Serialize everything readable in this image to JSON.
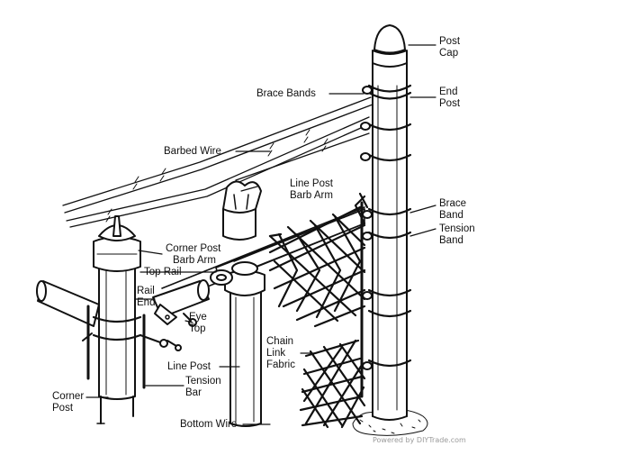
{
  "diagram": {
    "labels": {
      "post_cap": [
        "Post",
        "Cap"
      ],
      "end_post": [
        "End",
        "Post"
      ],
      "brace_bands": "Brace Bands",
      "barbed_wire": "Barbed Wire",
      "line_post_barb_arm": [
        "Line Post",
        "Barb Arm"
      ],
      "brace_band": [
        "Brace",
        "Band"
      ],
      "tension_band": [
        "Tension",
        "Band"
      ],
      "corner_post_barb_arm": [
        "Corner Post",
        "Barb Arm"
      ],
      "top_rail": "Top Rail",
      "rail_end": [
        "Rail",
        "End"
      ],
      "eye_top": [
        "Eye",
        "Top"
      ],
      "line_post": "Line Post",
      "tension_bar": [
        "Tension",
        "Bar"
      ],
      "chain_link_fabric": [
        "Chain",
        "Link",
        "Fabric"
      ],
      "corner_post": [
        "Corner",
        "Post"
      ],
      "bottom_wire": "Bottom Wire"
    },
    "watermark": "Powered by DIYTrade.com"
  }
}
